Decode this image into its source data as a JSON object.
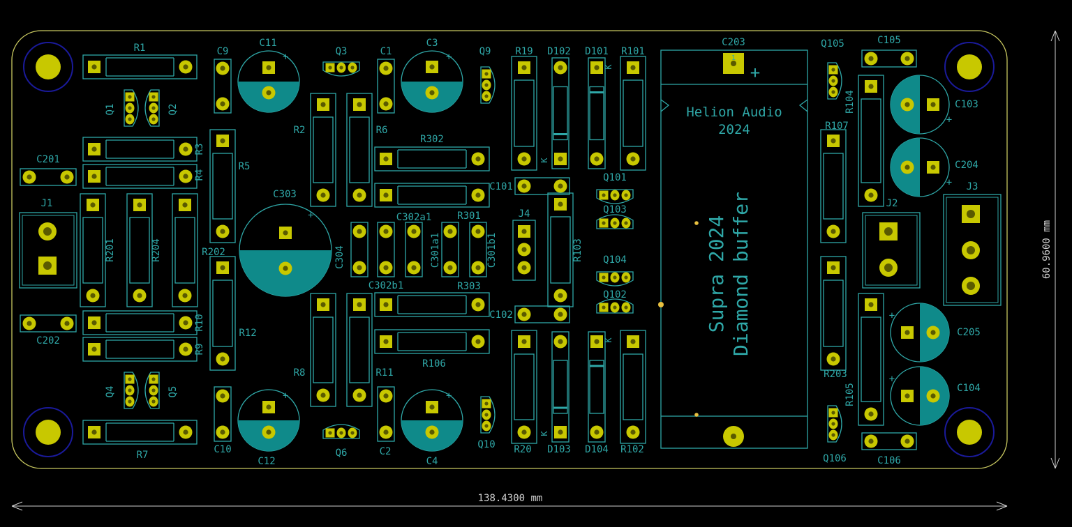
{
  "board": {
    "edge_color": "#c8c860",
    "silk_color": "#2fa8a8",
    "pad_color": "#c8c800",
    "hole_color": "#5a5a00",
    "mount_ring_color": "#1a1a9a",
    "mark_color": "#e8c040",
    "electrolytic_fill": "#0f8a8a",
    "texts": {
      "brand": "Helion Audio",
      "year": "2024",
      "project_line1": "Supra 2024",
      "project_line2": "Diamond buffer",
      "dim_width": "138.4300 mm",
      "dim_height": "60.9600 mm",
      "k": "K",
      "plus": "+",
      "pad1": "1"
    }
  },
  "refs": {
    "R1": "R1",
    "R2": "R2",
    "R3": "R3",
    "R4": "R4",
    "R5": "R5",
    "R6": "R6",
    "R7": "R7",
    "R8": "R8",
    "R9": "R9",
    "R10": "R10",
    "R11": "R11",
    "R12": "R12",
    "R19": "R19",
    "R20": "R20",
    "R101": "R101",
    "R102": "R102",
    "R103": "R103",
    "R104": "R104",
    "R105": "R105",
    "R106": "R106",
    "R107": "R107",
    "R201": "R201",
    "R202": "R202",
    "R203": "R203",
    "R204": "R204",
    "R301": "R301",
    "R302": "R302",
    "R303": "R303",
    "C1": "C1",
    "C2": "C2",
    "C3": "C3",
    "C4": "C4",
    "C9": "C9",
    "C10": "C10",
    "C11": "C11",
    "C12": "C12",
    "C101": "C101",
    "C102": "C102",
    "C103": "C103",
    "C104": "C104",
    "C105": "C105",
    "C106": "C106",
    "C201": "C201",
    "C202": "C202",
    "C203": "C203",
    "C204": "C204",
    "C205": "C205",
    "C302a1": "C302a1",
    "C302b1": "C302b1",
    "C301a1": "C301a1",
    "C301b1": "C301b1",
    "C303": "C303",
    "C304": "C304",
    "Q1": "Q1",
    "Q2": "Q2",
    "Q3": "Q3",
    "Q4": "Q4",
    "Q5": "Q5",
    "Q6": "Q6",
    "Q9": "Q9",
    "Q10": "Q10",
    "Q101": "Q101",
    "Q102": "Q102",
    "Q103": "Q103",
    "Q104": "Q104",
    "Q105": "Q105",
    "Q106": "Q106",
    "D101": "D101",
    "D102": "D102",
    "D103": "D103",
    "D104": "D104",
    "J1": "J1",
    "J2": "J2",
    "J3": "J3",
    "J4": "J4"
  }
}
